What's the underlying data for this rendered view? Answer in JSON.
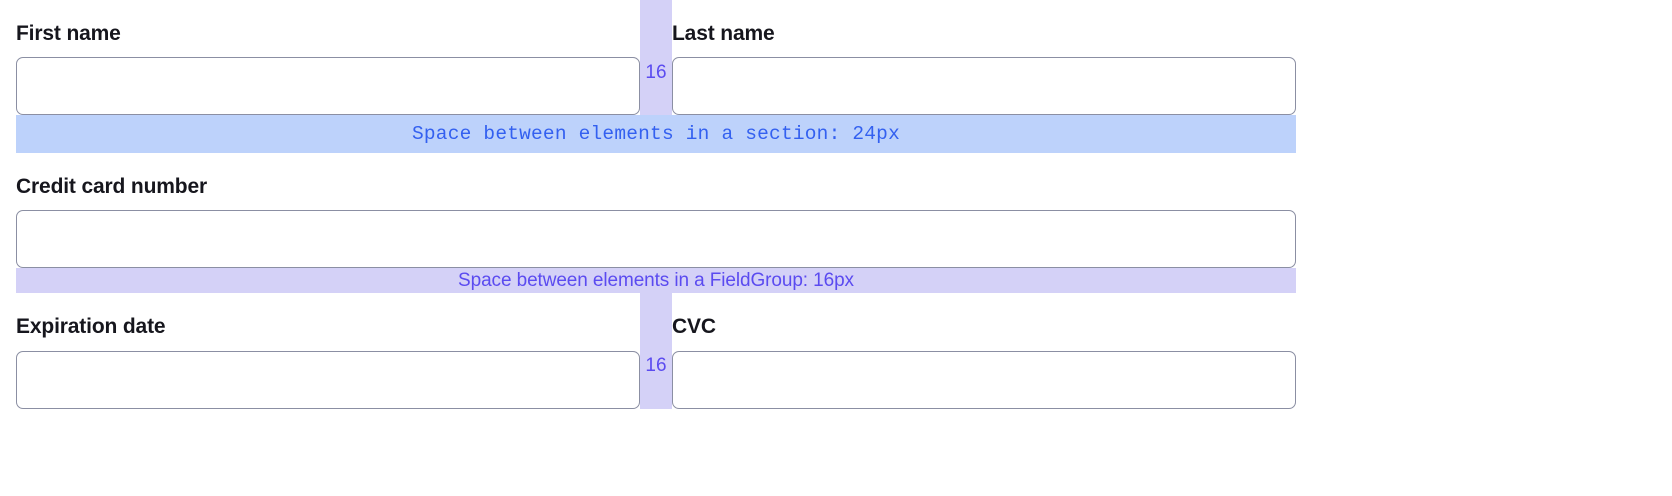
{
  "form": {
    "rows": [
      {
        "type": "pair",
        "left": {
          "label": "First name",
          "value": "",
          "placeholder": ""
        },
        "gap": {
          "label": "16"
        },
        "right": {
          "label": "Last name",
          "value": "",
          "placeholder": ""
        }
      },
      {
        "type": "band",
        "style": "section",
        "text": "Space between elements in a section: 24px"
      },
      {
        "type": "single",
        "field": {
          "label": "Credit card number",
          "value": "",
          "placeholder": ""
        }
      },
      {
        "type": "band",
        "style": "fieldgroup",
        "text": "Space between elements in a FieldGroup: 16px"
      },
      {
        "type": "pair",
        "left": {
          "label": "Expiration date",
          "value": "",
          "placeholder": ""
        },
        "gap": {
          "label": "16"
        },
        "right": {
          "label": "CVC",
          "value": "",
          "placeholder": ""
        }
      }
    ]
  },
  "labels": {
    "first_name": "First name",
    "last_name": "Last name",
    "credit_card_number": "Credit card number",
    "expiration_date": "Expiration date",
    "cvc": "CVC"
  },
  "annotations": {
    "gap_horizontal_1": "16",
    "gap_horizontal_2": "16",
    "section_spacing": "Space between elements in a section: 24px",
    "fieldgroup_spacing": "Space between elements in a FieldGroup: 16px"
  },
  "colors": {
    "section_band_bg": "#bdd2fb",
    "section_band_text": "#3360f0",
    "fieldgroup_band_bg": "#d4d1f7",
    "fieldgroup_band_text": "#5b4bf0",
    "input_border": "#8b8fa3",
    "label_text": "#16161d",
    "page_bg": "#ffffff"
  }
}
